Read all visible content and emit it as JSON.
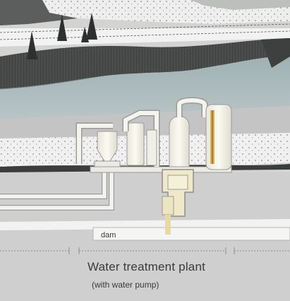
{
  "labels": {
    "dam": "dam",
    "title": "Water treatment plant",
    "subtitle": "(with water pump)"
  },
  "colors": {
    "sky": "#d6d6d4",
    "ground_light": "#efefef",
    "forest": "#4a4d4c",
    "water": "#a9b8bb",
    "pavement": "#b8b8b8",
    "plant": "#f1f0e8",
    "pipe_stroke": "#9a9a9a",
    "text": "#3a3a3a"
  }
}
